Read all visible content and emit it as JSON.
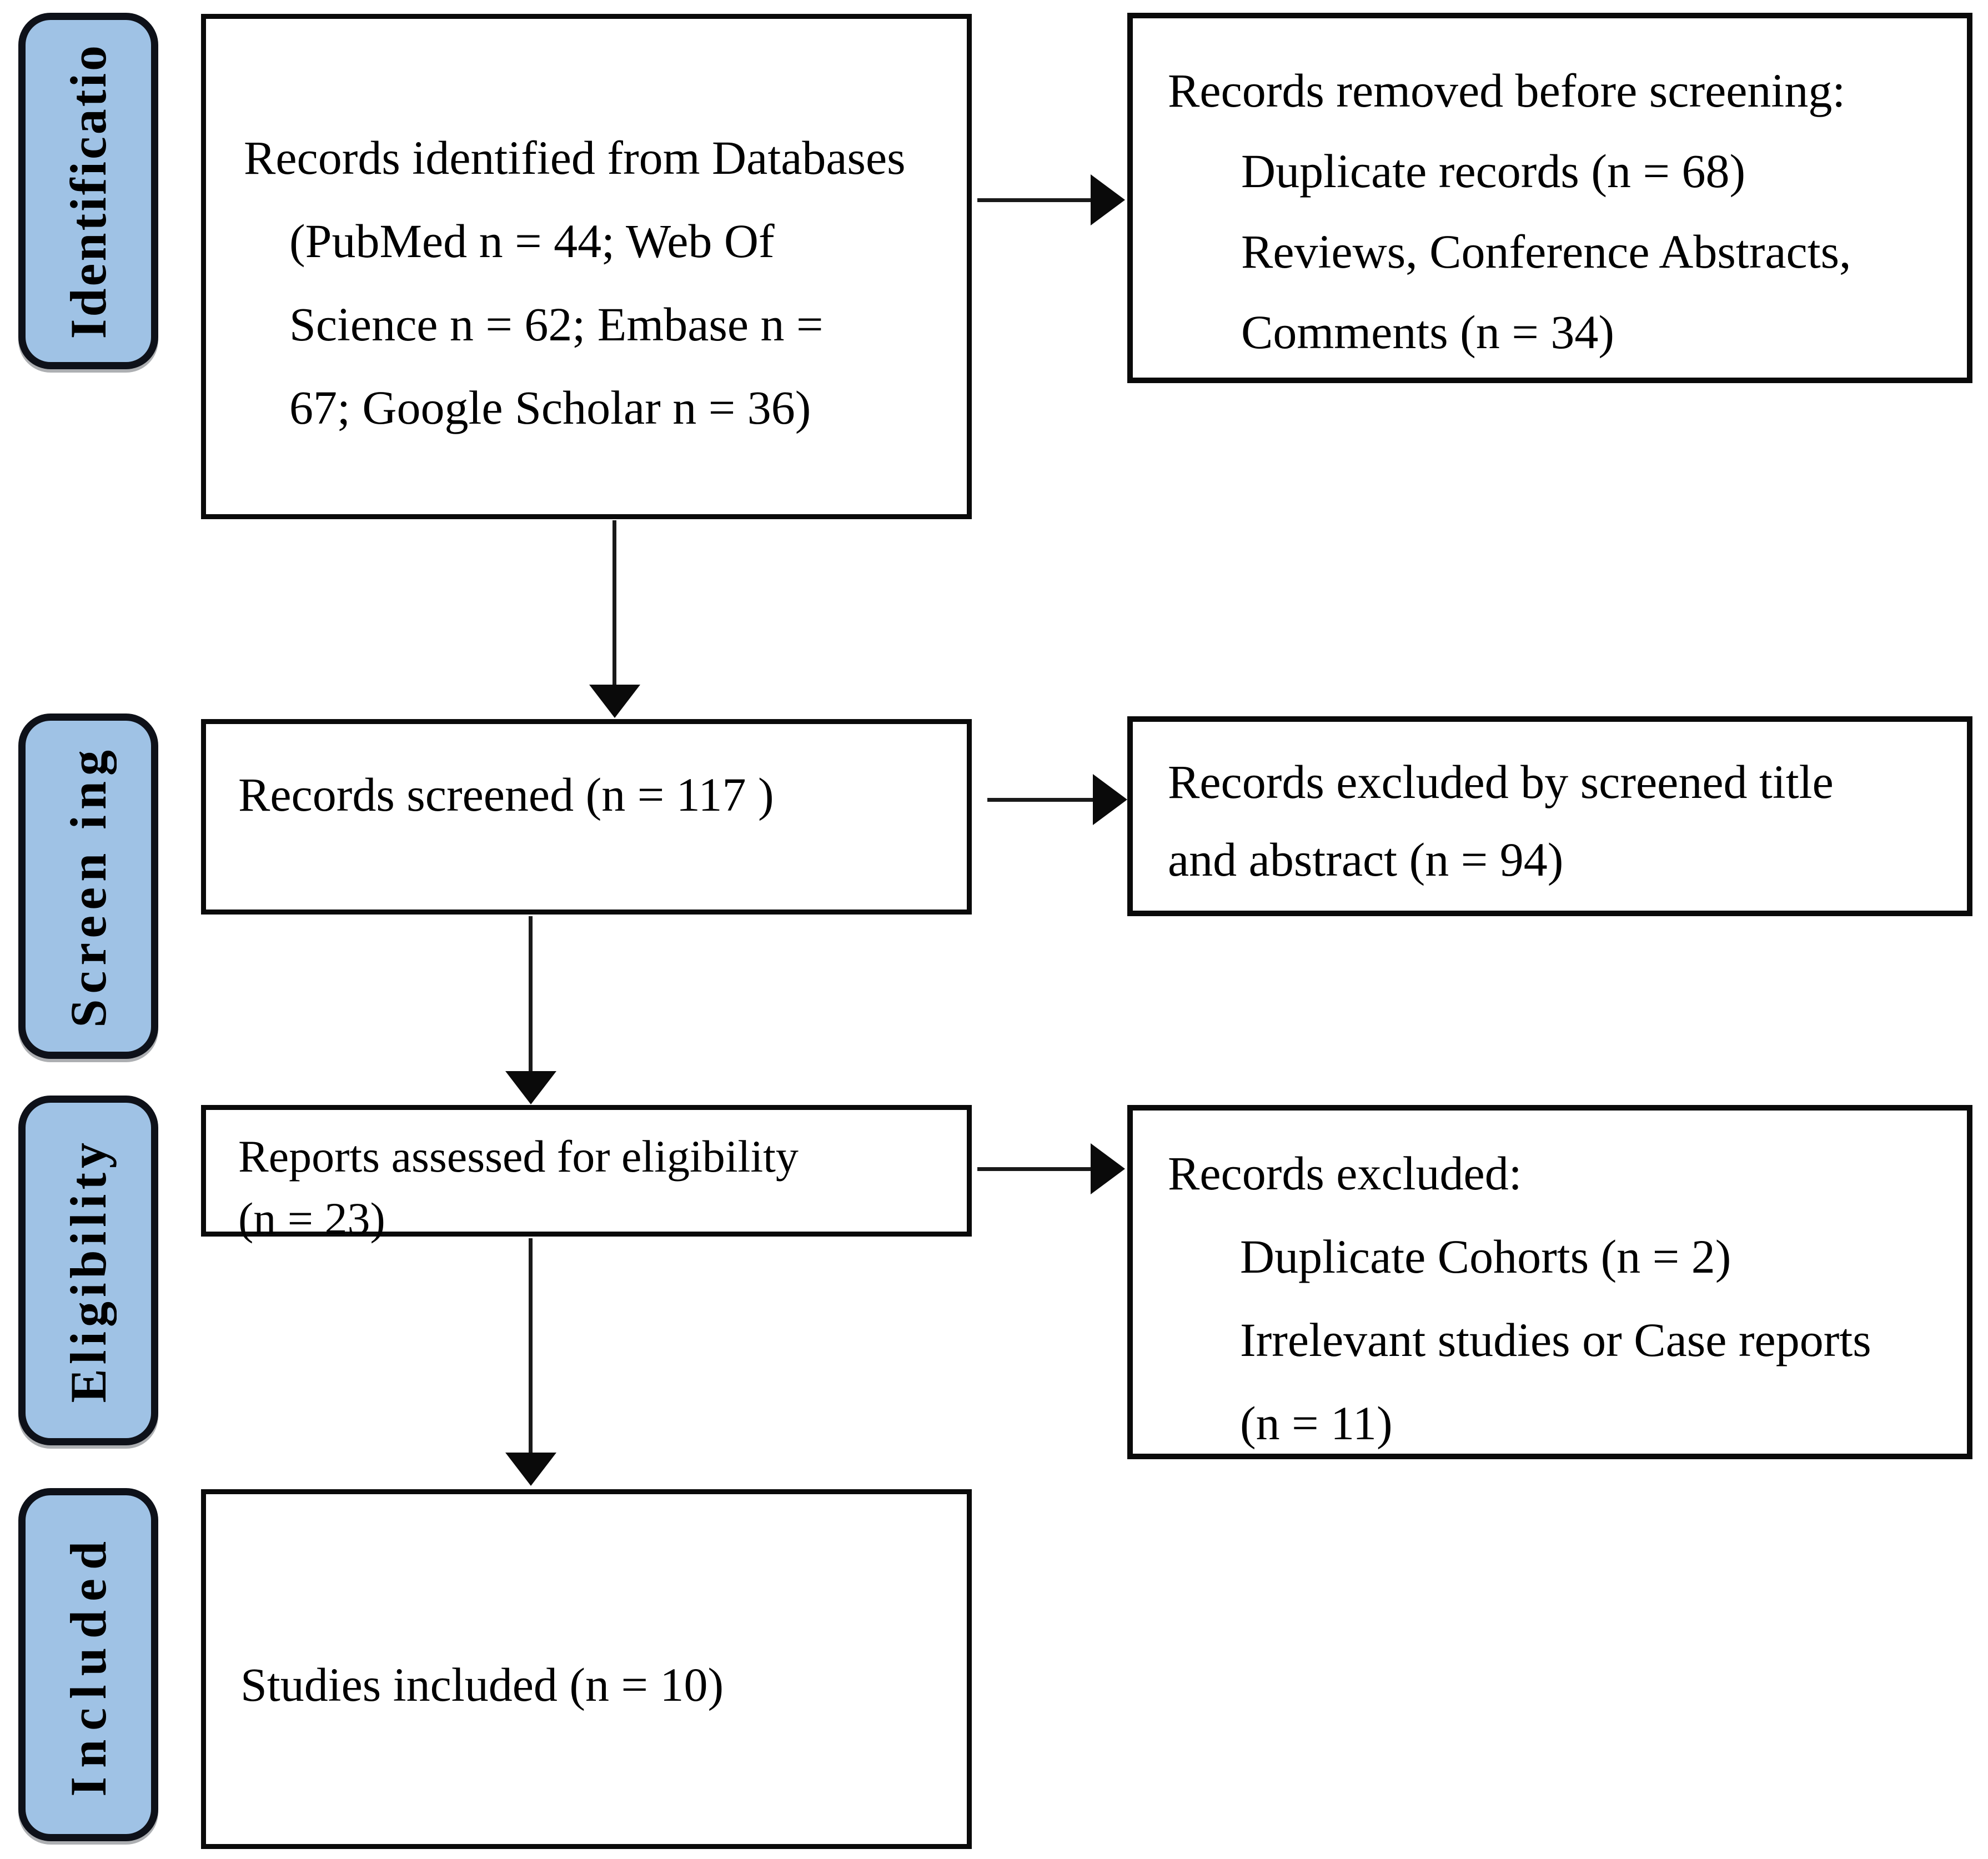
{
  "diagram": {
    "title": "PRISMA study selection flow diagram",
    "colors": {
      "stage_fill": "#9fc2e5",
      "stage_border": "#0e1119",
      "box_border": "#0a0a0a",
      "text": "#000000",
      "background": "#ffffff"
    },
    "stages": [
      {
        "id": "identification",
        "label": "Identificatio"
      },
      {
        "id": "screening",
        "label": "Screen ing"
      },
      {
        "id": "eligibility",
        "label": "Eligibility"
      },
      {
        "id": "included",
        "label": "Included"
      }
    ],
    "boxes": {
      "identified": {
        "lines": [
          "Records identified from Databases",
          "(PubMed n = 44; Web Of",
          "Science n = 62; Embase n =",
          "67; Google Scholar n = 36)"
        ]
      },
      "removed": {
        "lines": [
          "Records removed before screening:",
          "Duplicate records (n = 68)",
          "Reviews, Conference Abstracts,",
          "Comments (n = 34)"
        ]
      },
      "screened": {
        "text": "Records screened (n = 117 )"
      },
      "excluded_screening": {
        "lines": [
          "Records excluded by screened title",
          "and abstract (n = 94)"
        ]
      },
      "assessed": {
        "lines": [
          "Reports assessed for eligibility",
          "(n = 23)"
        ]
      },
      "excluded_eligibility": {
        "lines": [
          "Records excluded:",
          "Duplicate Cohorts (n = 2)",
          "Irrelevant studies or Case reports",
          "(n = 11)"
        ]
      },
      "included": {
        "text": "Studies included (n = 10)"
      }
    },
    "counts": {
      "pubmed": 44,
      "web_of_science": 62,
      "embase": 67,
      "google_scholar": 36,
      "duplicates_removed": 68,
      "reviews_abstracts_comments_removed": 34,
      "screened": 117,
      "excluded_title_abstract": 94,
      "assessed_eligibility": 23,
      "duplicate_cohorts": 2,
      "irrelevant_or_case_reports": 11,
      "included": 10
    }
  }
}
